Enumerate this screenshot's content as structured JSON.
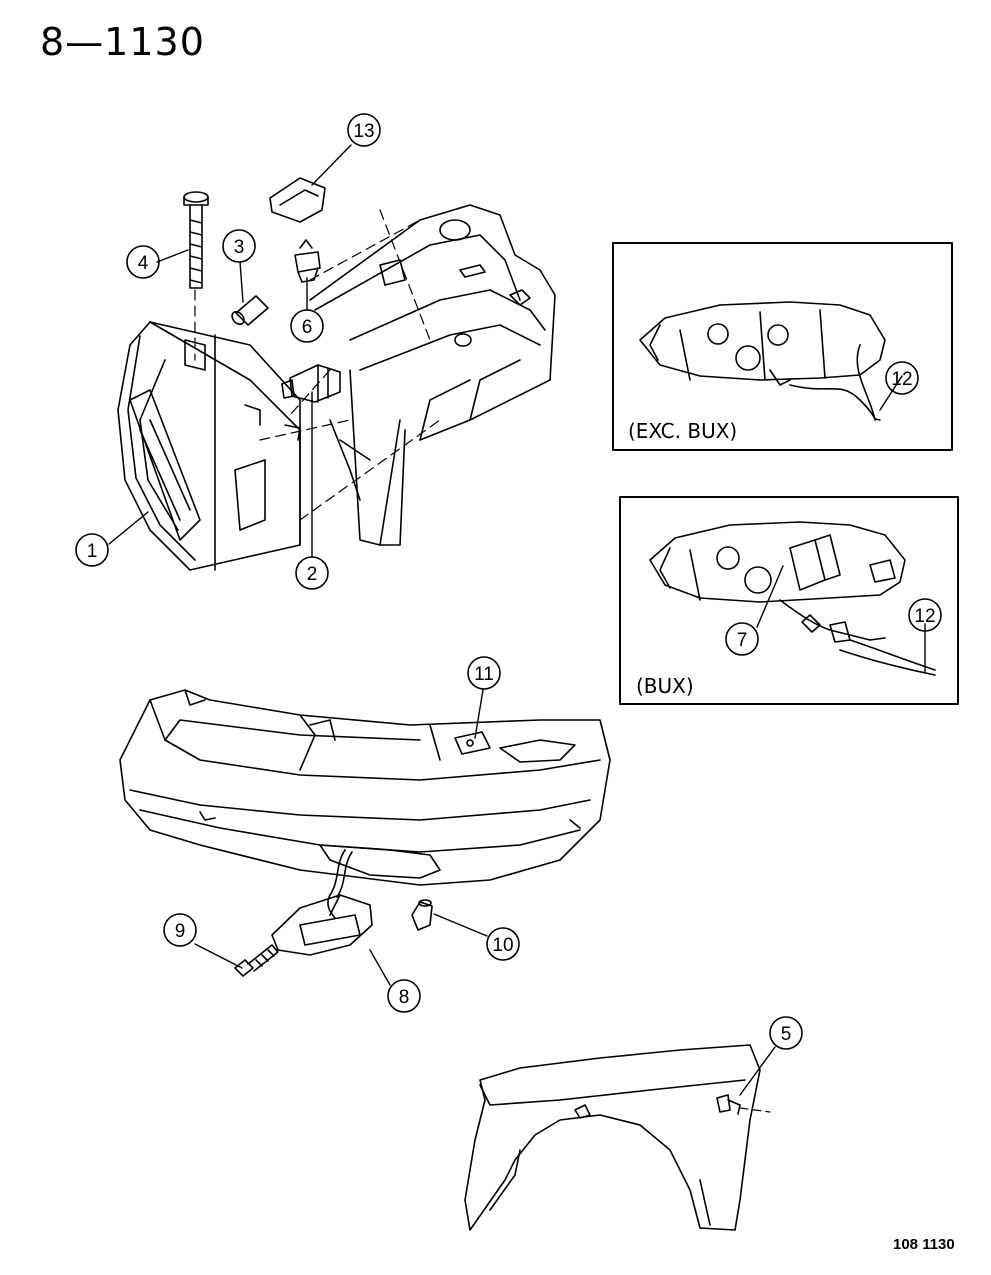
{
  "page_code": "8—1130",
  "drawing_code": "108  1130",
  "insets": {
    "exc_bux_label": "(EXC. BUX)",
    "bux_label": "(BUX)"
  },
  "callouts": {
    "c1": "1",
    "c2": "2",
    "c3": "3",
    "c4": "4",
    "c5": "5",
    "c6": "6",
    "c7": "7",
    "c8": "8",
    "c9": "9",
    "c10": "10",
    "c11": "11",
    "c12a": "12",
    "c12b": "12",
    "c13": "13"
  }
}
